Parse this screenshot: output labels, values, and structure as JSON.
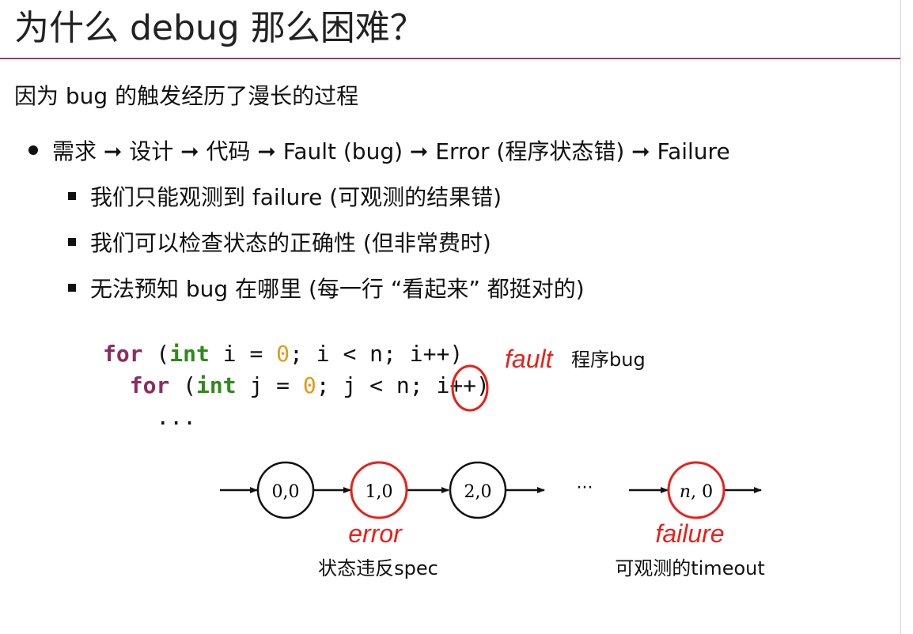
{
  "slide": {
    "title": "为什么 debug 那么困难？",
    "intro": "因为 bug 的触发经历了漫长的过程",
    "bullet_main": "需求 ➞ 设计 ➞ 代码 ➞ Fault (bug) ➞ Error (程序状态错) ➞ Failure",
    "sub_bullets": [
      "我们只能观测到 failure (可观测的结果错)",
      "我们可以检查状态的正确性 (但非常费时)",
      "无法预知 bug 在哪里 (每一行 “看起来” 都挺对的)"
    ]
  },
  "code": {
    "line1": {
      "kw": "for",
      "p1": " (",
      "ty": "int",
      "p2": " i = ",
      "num": "0",
      "p3": "; i < n; i++)"
    },
    "line2": {
      "indent": "  ",
      "kw": "for",
      "p1": " (",
      "ty": "int",
      "p2": " j = ",
      "num": "0",
      "p3": "; j < n; i++)"
    },
    "line3": "    ...",
    "fault_label": "fault",
    "fault_desc": "程序bug"
  },
  "diagram": {
    "states": [
      "0,0",
      "1,0",
      "2,0"
    ],
    "ellipsis": "···",
    "last_state_var": "n",
    "last_state_rest": ", 0",
    "error_label": "error",
    "error_desc": "状态违反spec",
    "failure_label": "failure",
    "failure_desc": "可观测的timeout"
  },
  "colors": {
    "accent_rule": "#9b3a6e",
    "highlight_red": "#e8201a",
    "keyword": "#8b2d62",
    "type": "#2f8a1a",
    "number": "#e39a17"
  }
}
